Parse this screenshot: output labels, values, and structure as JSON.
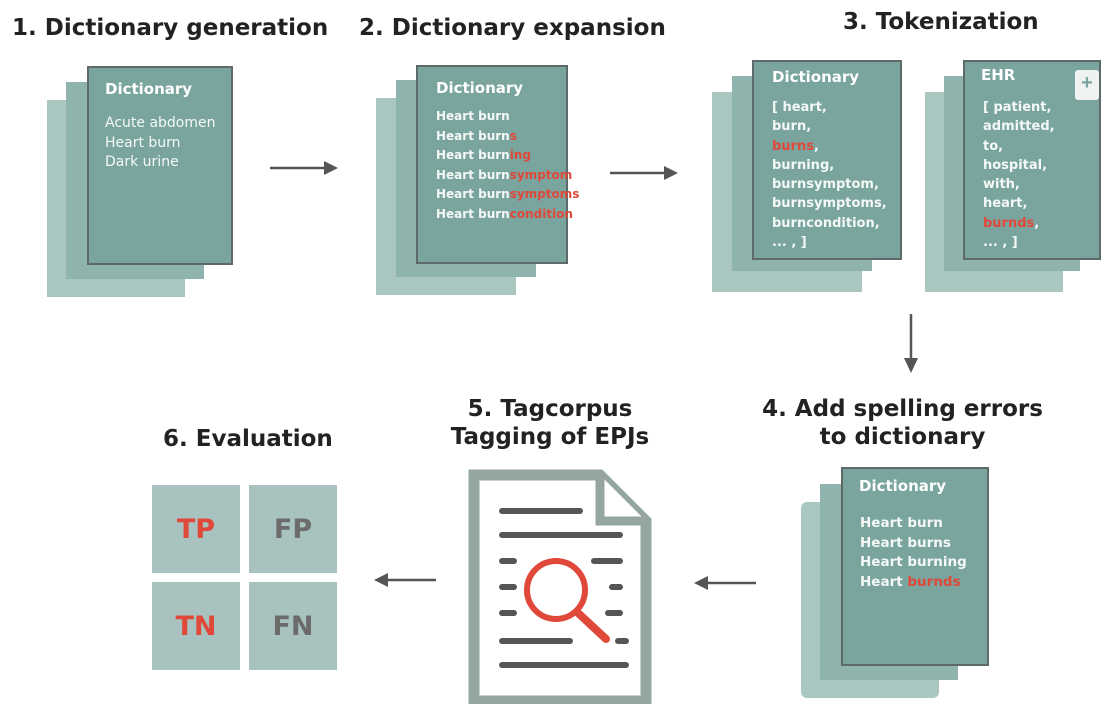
{
  "steps": {
    "s1": {
      "title": "1. Dictionary generation",
      "doc_title": "Dictionary",
      "lines": [
        "Acute abdomen",
        "Heart burn",
        "Dark urine"
      ]
    },
    "s2": {
      "title": "2. Dictionary expansion",
      "doc_title": "Dictionary",
      "lines": [
        {
          "base": "Heart burn",
          "suffix": ""
        },
        {
          "base": "Heart burn",
          "suffix": "s"
        },
        {
          "base": "Heart burn",
          "suffix": "ing"
        },
        {
          "base": "Heart burn",
          "suffix": "symptom"
        },
        {
          "base": "Heart burn",
          "suffix": "symptoms"
        },
        {
          "base": "Heart burn",
          "suffix": "condition"
        }
      ]
    },
    "s3": {
      "title": "3. Tokenization",
      "dict": {
        "doc_title": "Dictionary",
        "tokens": [
          "[ heart,",
          "burn,",
          "burns",
          ",",
          "burning,",
          "burnsymptom,",
          "burnsymptoms,",
          "burncondition,",
          "... , ]"
        ]
      },
      "ehr": {
        "doc_title": "EHR",
        "plus": "+",
        "tokens": [
          "[ patient,",
          "admitted,",
          "to,",
          "hospital,",
          "with,",
          "heart,",
          "burnds",
          ",",
          "... , ]"
        ]
      }
    },
    "s4": {
      "title_line1": "4. Add spelling errors",
      "title_line2": "to dictionary",
      "doc_title": "Dictionary",
      "lines": [
        "Heart burn",
        "Heart burns",
        "Heart burning"
      ],
      "last_base": "Heart ",
      "last_error": "burnds"
    },
    "s5": {
      "title_line1": "5. Tagcorpus",
      "title_line2": "Tagging of EPJs"
    },
    "s6": {
      "title": "6. Evaluation",
      "tiles": {
        "tp": "TP",
        "fp": "FP",
        "tn": "TN",
        "fn": "FN"
      }
    }
  },
  "colors": {
    "accent_red": "#e0483a",
    "teal": "#7aa59e",
    "teal_light": "#a9c6c1",
    "arrow": "#555555"
  }
}
